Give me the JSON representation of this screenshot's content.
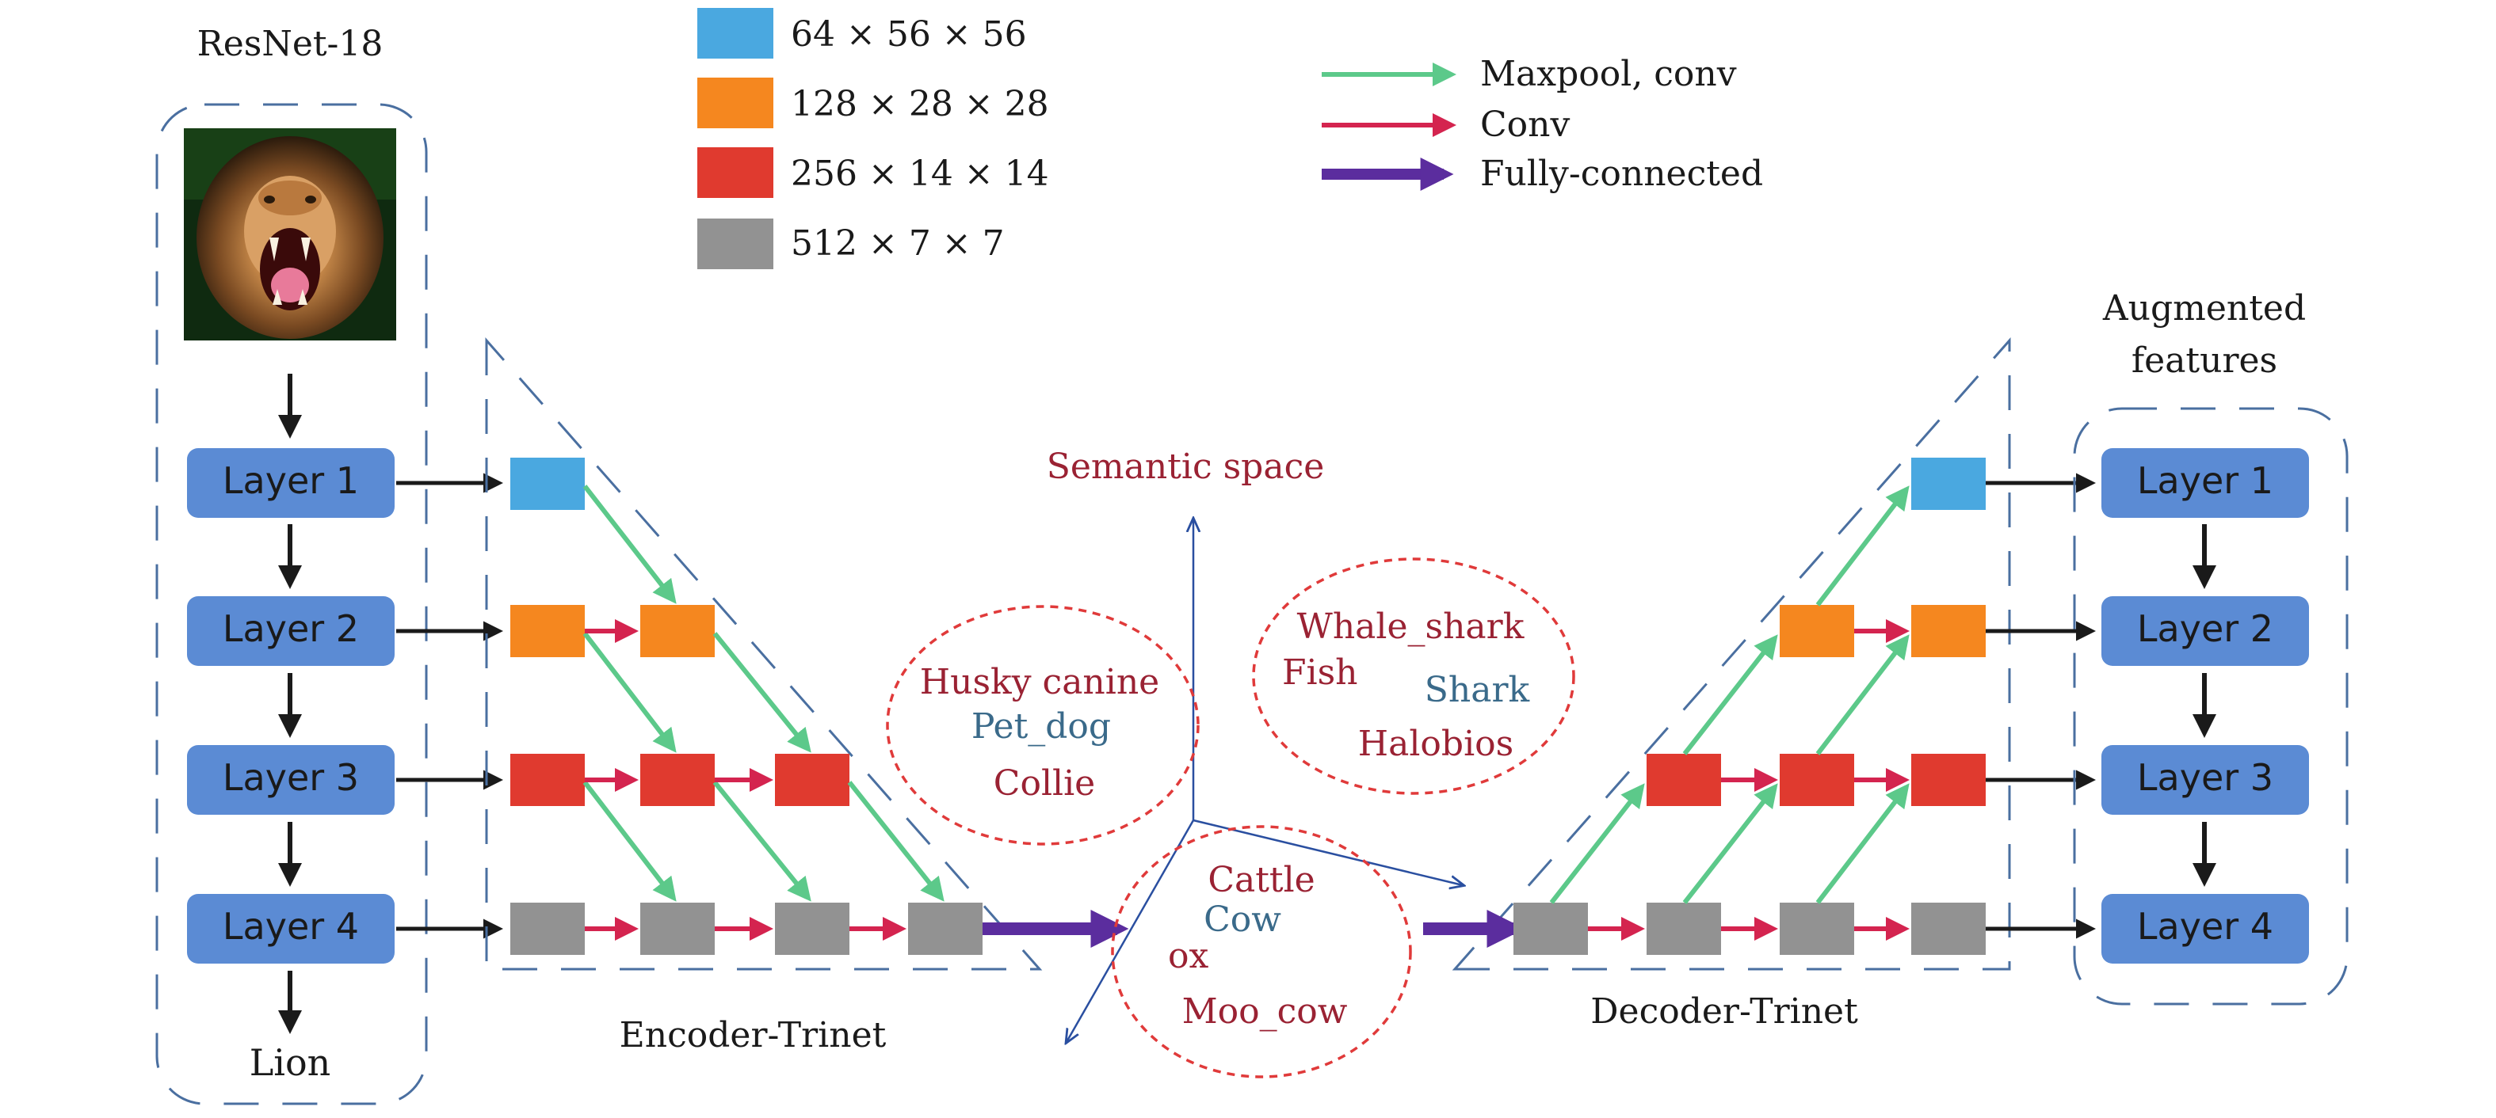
{
  "resnet_title": "ResNet-18",
  "augmented_title_line1": "Augmented",
  "augmented_title_line2": "features",
  "left_layers": [
    "Layer 1",
    "Layer 2",
    "Layer 3",
    "Layer 4"
  ],
  "right_layers": [
    "Layer 1",
    "Layer 2",
    "Layer 3",
    "Layer 4"
  ],
  "output_label": "Lion",
  "encoder_label": "Encoder-Trinet",
  "decoder_label": "Decoder-Trinet",
  "semantic_space_label": "Semantic space",
  "size_legend": [
    {
      "label": "64 × 56 × 56",
      "color": "#4aa8e0"
    },
    {
      "label": "128 × 28 × 28",
      "color": "#f5871f"
    },
    {
      "label": "256 × 14 × 14",
      "color": "#e03a2f"
    },
    {
      "label": "512 × 7 × 7",
      "color": "#929292"
    }
  ],
  "arrow_legend": [
    {
      "label": "Maxpool, conv",
      "color": "#5cc98a"
    },
    {
      "label": "Conv",
      "color": "#d4244f"
    },
    {
      "label": "Fully-connected",
      "color": "#5b2d9e"
    }
  ],
  "clusters": {
    "dog": [
      {
        "text": "Husky canine",
        "color": "#9a2233"
      },
      {
        "text": "Pet_dog",
        "color": "#3a6a8a"
      },
      {
        "text": "Collie",
        "color": "#9a2233"
      }
    ],
    "shark": [
      {
        "text": "Whale_shark",
        "color": "#9a2233"
      },
      {
        "text": "Fish",
        "color": "#9a2233"
      },
      {
        "text": "Shark",
        "color": "#3a6a8a"
      },
      {
        "text": "Halobios",
        "color": "#9a2233"
      }
    ],
    "cow": [
      {
        "text": "Cattle",
        "color": "#9a2233"
      },
      {
        "text": "Cow",
        "color": "#3a6a8a"
      },
      {
        "text": "ox",
        "color": "#9a2233"
      },
      {
        "text": "Moo_cow",
        "color": "#9a2233"
      }
    ]
  },
  "colors": {
    "layer_box": "#5b8bd4",
    "dashed_border": "#4a6fa0",
    "cluster_border": "#e03a3a",
    "axis": "#2a4fa0",
    "black_arrow": "#1a1a1a"
  }
}
